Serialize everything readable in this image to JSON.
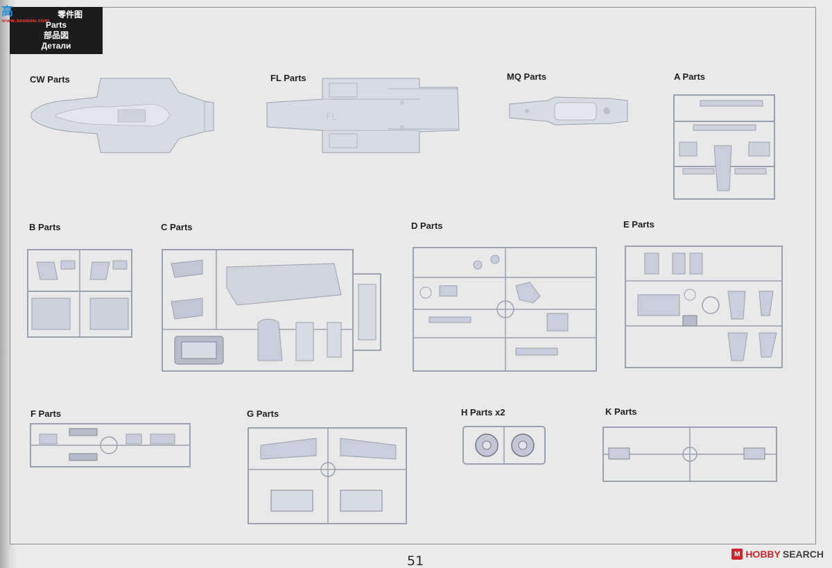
{
  "header": {
    "title_cn": "零件图",
    "title_en": "Parts",
    "title_jp": "部品図",
    "title_ru": "Детали"
  },
  "watermark": {
    "main": "高",
    "sub": "www.soooou.com"
  },
  "sections": {
    "cw": "CW  Parts",
    "fl": "FL  Parts",
    "mq": "MQ  Parts",
    "a": "A  Parts",
    "b": "B  Parts",
    "c": "C  Parts",
    "d": "D  Parts",
    "e": "E  Parts",
    "f": "F  Parts",
    "g": "G  Parts",
    "h": "H  Parts x2",
    "k": "K  Parts"
  },
  "footer": {
    "page_number": "51",
    "brand_icon": "M",
    "brand_prefix": "HOBBY",
    "brand_suffix": "SEARCH"
  },
  "colors": {
    "sprue_fill": "#d7dbe4",
    "sprue_stroke": "#9aa0ae",
    "part_fill": "#c9ceda",
    "dark_part": "#7f8594"
  }
}
